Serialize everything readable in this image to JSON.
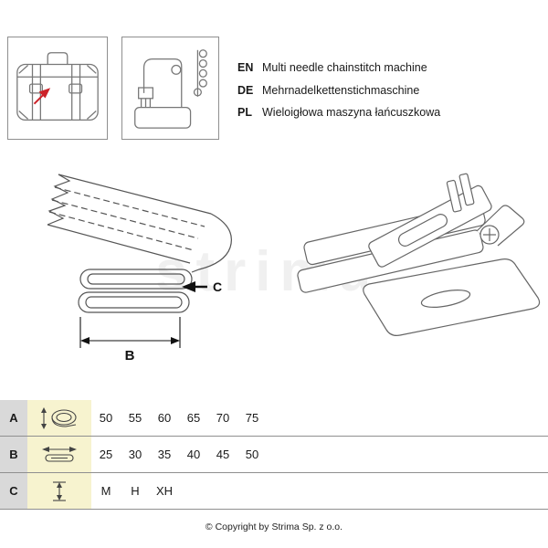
{
  "header": {
    "languages": [
      {
        "code": "EN",
        "text": "Multi needle chainstitch machine"
      },
      {
        "code": "DE",
        "text": "Mehrnadelkettenstichmaschine"
      },
      {
        "code": "PL",
        "text": "Wieloigłowa maszyna łańcuszkowa"
      }
    ],
    "icons": [
      "luggage-icon",
      "sewing-machine-icon"
    ]
  },
  "watermark": "strima",
  "diagram": {
    "dimension_labels": {
      "b": "B",
      "c": "C"
    }
  },
  "table": {
    "rows": [
      {
        "letter": "A",
        "icon": "tape-roll-width-icon",
        "values": [
          "50",
          "55",
          "60",
          "65",
          "70",
          "75"
        ]
      },
      {
        "letter": "B",
        "icon": "folded-tape-width-icon",
        "values": [
          "25",
          "30",
          "35",
          "40",
          "45",
          "50"
        ]
      },
      {
        "letter": "C",
        "icon": "fold-height-icon",
        "values": [
          "M",
          "H",
          "XH"
        ]
      }
    ]
  },
  "footer": {
    "copyright": "© Copyright by Strima Sp. z o.o."
  }
}
